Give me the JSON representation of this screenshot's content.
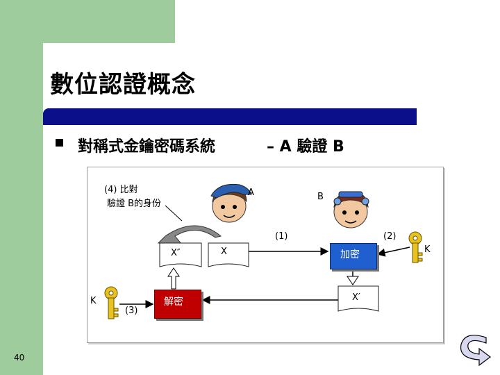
{
  "slide": {
    "title": "數位認證概念",
    "bullet_text": "對稱式金鑰密碼系統",
    "bullet_suffix": "– A 驗證 B",
    "page_number": "40"
  },
  "diagram": {
    "step4_line1": "(4) 比對",
    "step4_line2": "驗證 B的身份",
    "label_a": "A",
    "label_b": "B",
    "step1": "(1)",
    "step2": "(2)",
    "step3": "(3)",
    "x_double_prime": "X″",
    "x": "X",
    "x_prime": "X′",
    "encrypt": "加密",
    "decrypt": "解密",
    "key_left": "K",
    "key_right": "K"
  },
  "colors": {
    "sidebar": "#9fcc9c",
    "title_bar": "#0c0f8a",
    "decrypt": "#c00000",
    "encrypt": "#1f5fd0",
    "key": "#e8c21e"
  }
}
